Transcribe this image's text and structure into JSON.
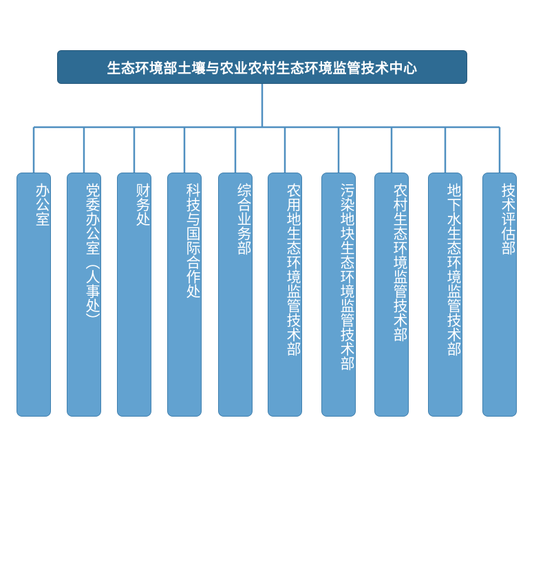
{
  "root": {
    "label": "生态环境部土壤与农业农村生态环境监管技术中心"
  },
  "departments": [
    {
      "label": "办公室"
    },
    {
      "label": "党委办公室（人事处）"
    },
    {
      "label": "财务处"
    },
    {
      "label": "科技与国际合作处"
    },
    {
      "label": "综合业务部"
    },
    {
      "label": "农用地生态环境监管技术部"
    },
    {
      "label": "污染地块生态环境监管技术部"
    },
    {
      "label": "农村生态环境监管技术部"
    },
    {
      "label": "地下水生态环境监管技术部"
    },
    {
      "label": "技术评估部"
    }
  ],
  "colors": {
    "root_fill": "#2e6b93",
    "dept_fill": "#62a2d0",
    "connector": "#4f8fc0"
  }
}
